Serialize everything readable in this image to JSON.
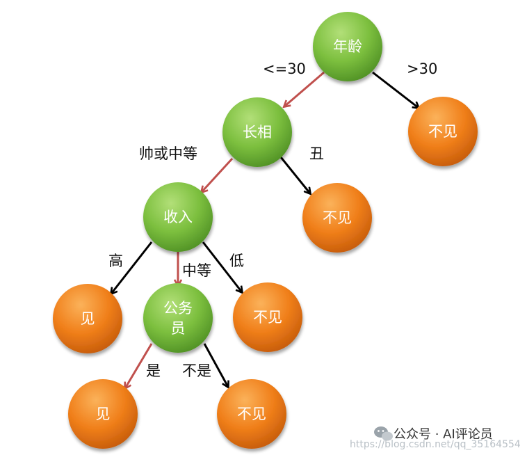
{
  "colors": {
    "decision_node": "#7cbf3e",
    "decision_node_light": "#a6d96a",
    "decision_node_dark": "#4e8f24",
    "leaf_node": "#f07f1a",
    "leaf_node_light": "#f9a94d",
    "leaf_node_dark": "#c45a0a",
    "chosen_edge": "#c0504d",
    "other_edge": "#000000"
  },
  "nodes": {
    "age": {
      "label": "年龄",
      "kind": "decision"
    },
    "looks": {
      "label": "长相",
      "kind": "decision"
    },
    "income": {
      "label": "收入",
      "kind": "decision"
    },
    "civil_servant": {
      "label_line1": "公务",
      "label_line2": "员",
      "kind": "decision"
    },
    "leaf_age_gt30": {
      "label": "不见",
      "kind": "leaf"
    },
    "leaf_looks_ugly": {
      "label": "不见",
      "kind": "leaf"
    },
    "leaf_income_high": {
      "label": "见",
      "kind": "leaf"
    },
    "leaf_income_low": {
      "label": "不见",
      "kind": "leaf"
    },
    "leaf_cs_yes": {
      "label": "见",
      "kind": "leaf"
    },
    "leaf_cs_no": {
      "label": "不见",
      "kind": "leaf"
    }
  },
  "edges": {
    "age_le30": {
      "label": "<=30"
    },
    "age_gt30": {
      "label": ">30"
    },
    "looks_handsome": {
      "label": "帅或中等"
    },
    "looks_ugly": {
      "label": "丑"
    },
    "income_high": {
      "label": "高"
    },
    "income_mid": {
      "label": "中等"
    },
    "income_low": {
      "label": "低"
    },
    "cs_yes": {
      "label": "是"
    },
    "cs_no": {
      "label": "不是"
    }
  },
  "watermark": {
    "icon": "wechat-icon",
    "text": "公众号 · AI评论员",
    "url": "https://blog.csdn.net/qq_35164554"
  }
}
